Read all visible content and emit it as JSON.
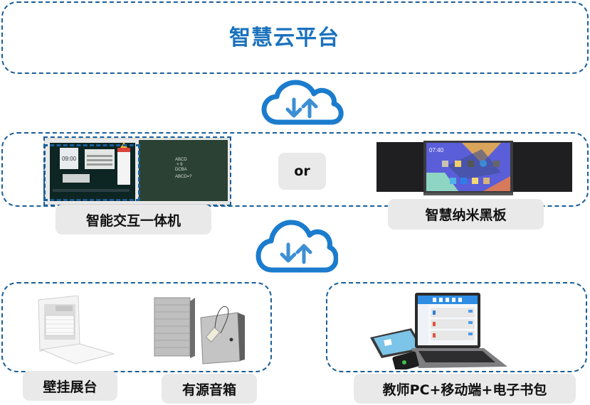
{
  "platform": {
    "title": "智慧云平台"
  },
  "connectors": [
    {
      "icon": "cloud-sync-icon",
      "description": "upload/download"
    },
    {
      "icon": "cloud-sync-icon",
      "description": "upload/download"
    }
  ],
  "display_tier": {
    "options": [
      {
        "label": "智能交互一体机",
        "icon": "interactive-panel-icon"
      },
      {
        "label": "智慧纳米黑板",
        "icon": "nano-blackboard-icon"
      }
    ],
    "separator": "or",
    "board_text": [
      "ABCD",
      "× 9",
      "DCBA",
      "ABCD=?"
    ],
    "screen_time": "07:40"
  },
  "peripheral_tier": {
    "items": [
      {
        "label": "壁挂展台",
        "icon": "wall-visualizer-icon"
      },
      {
        "label": "有源音箱",
        "icon": "active-speaker-icon"
      }
    ]
  },
  "terminal_tier": {
    "label": "教师PC+移动端+电子书包",
    "icon": "pc-mobile-tablet-icon"
  },
  "colors": {
    "border": "#1a5e98",
    "accent": "#1a72bd",
    "label_bg": "#e9e9e9"
  }
}
